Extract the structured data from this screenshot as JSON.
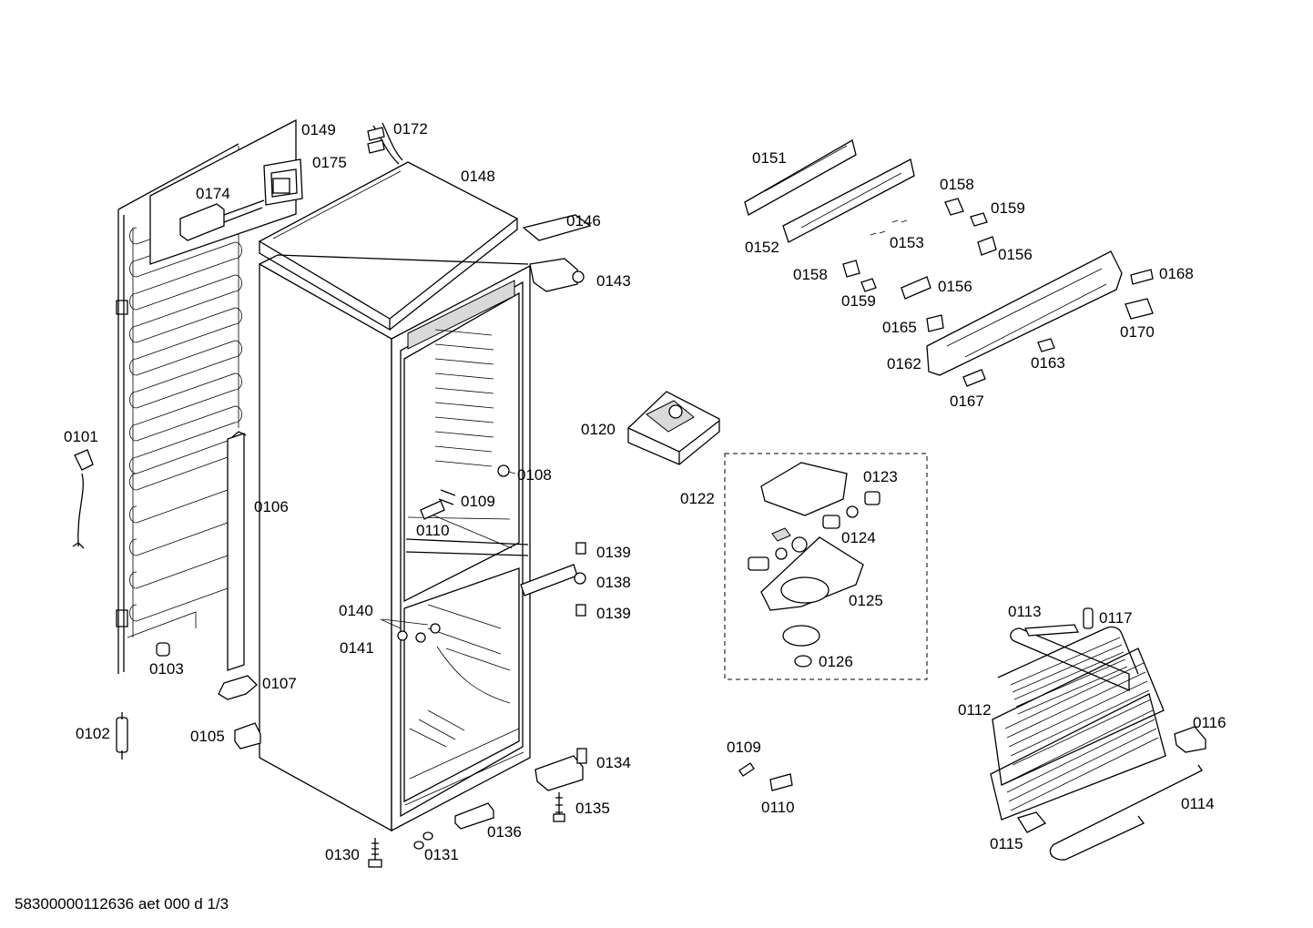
{
  "footer": "58300000112636 aet 000 d 1/3",
  "labels": {
    "p0101": "0101",
    "p0102": "0102",
    "p0103": "0103",
    "p0105": "0105",
    "p0106": "0106",
    "p0107": "0107",
    "p0108": "0108",
    "p0109a": "0109",
    "p0110a": "0110",
    "p0109b": "0109",
    "p0110b": "0110",
    "p0112": "0112",
    "p0113": "0113",
    "p0114": "0114",
    "p0115": "0115",
    "p0116": "0116",
    "p0117": "0117",
    "p0120": "0120",
    "p0122": "0122",
    "p0123": "0123",
    "p0124": "0124",
    "p0125": "0125",
    "p0126": "0126",
    "p0130": "0130",
    "p0131": "0131",
    "p0134": "0134",
    "p0135": "0135",
    "p0136": "0136",
    "p0138": "0138",
    "p0139a": "0139",
    "p0139b": "0139",
    "p0140": "0140",
    "p0141": "0141",
    "p0143": "0143",
    "p0146": "0146",
    "p0148": "0148",
    "p0149": "0149",
    "p0151": "0151",
    "p0152": "0152",
    "p0153": "0153",
    "p0156a": "0156",
    "p0156b": "0156",
    "p0158a": "0158",
    "p0158b": "0158",
    "p0159a": "0159",
    "p0159b": "0159",
    "p0162": "0162",
    "p0163": "0163",
    "p0165": "0165",
    "p0167": "0167",
    "p0168": "0168",
    "p0170": "0170",
    "p0172": "0172",
    "p0174": "0174",
    "p0175": "0175"
  }
}
